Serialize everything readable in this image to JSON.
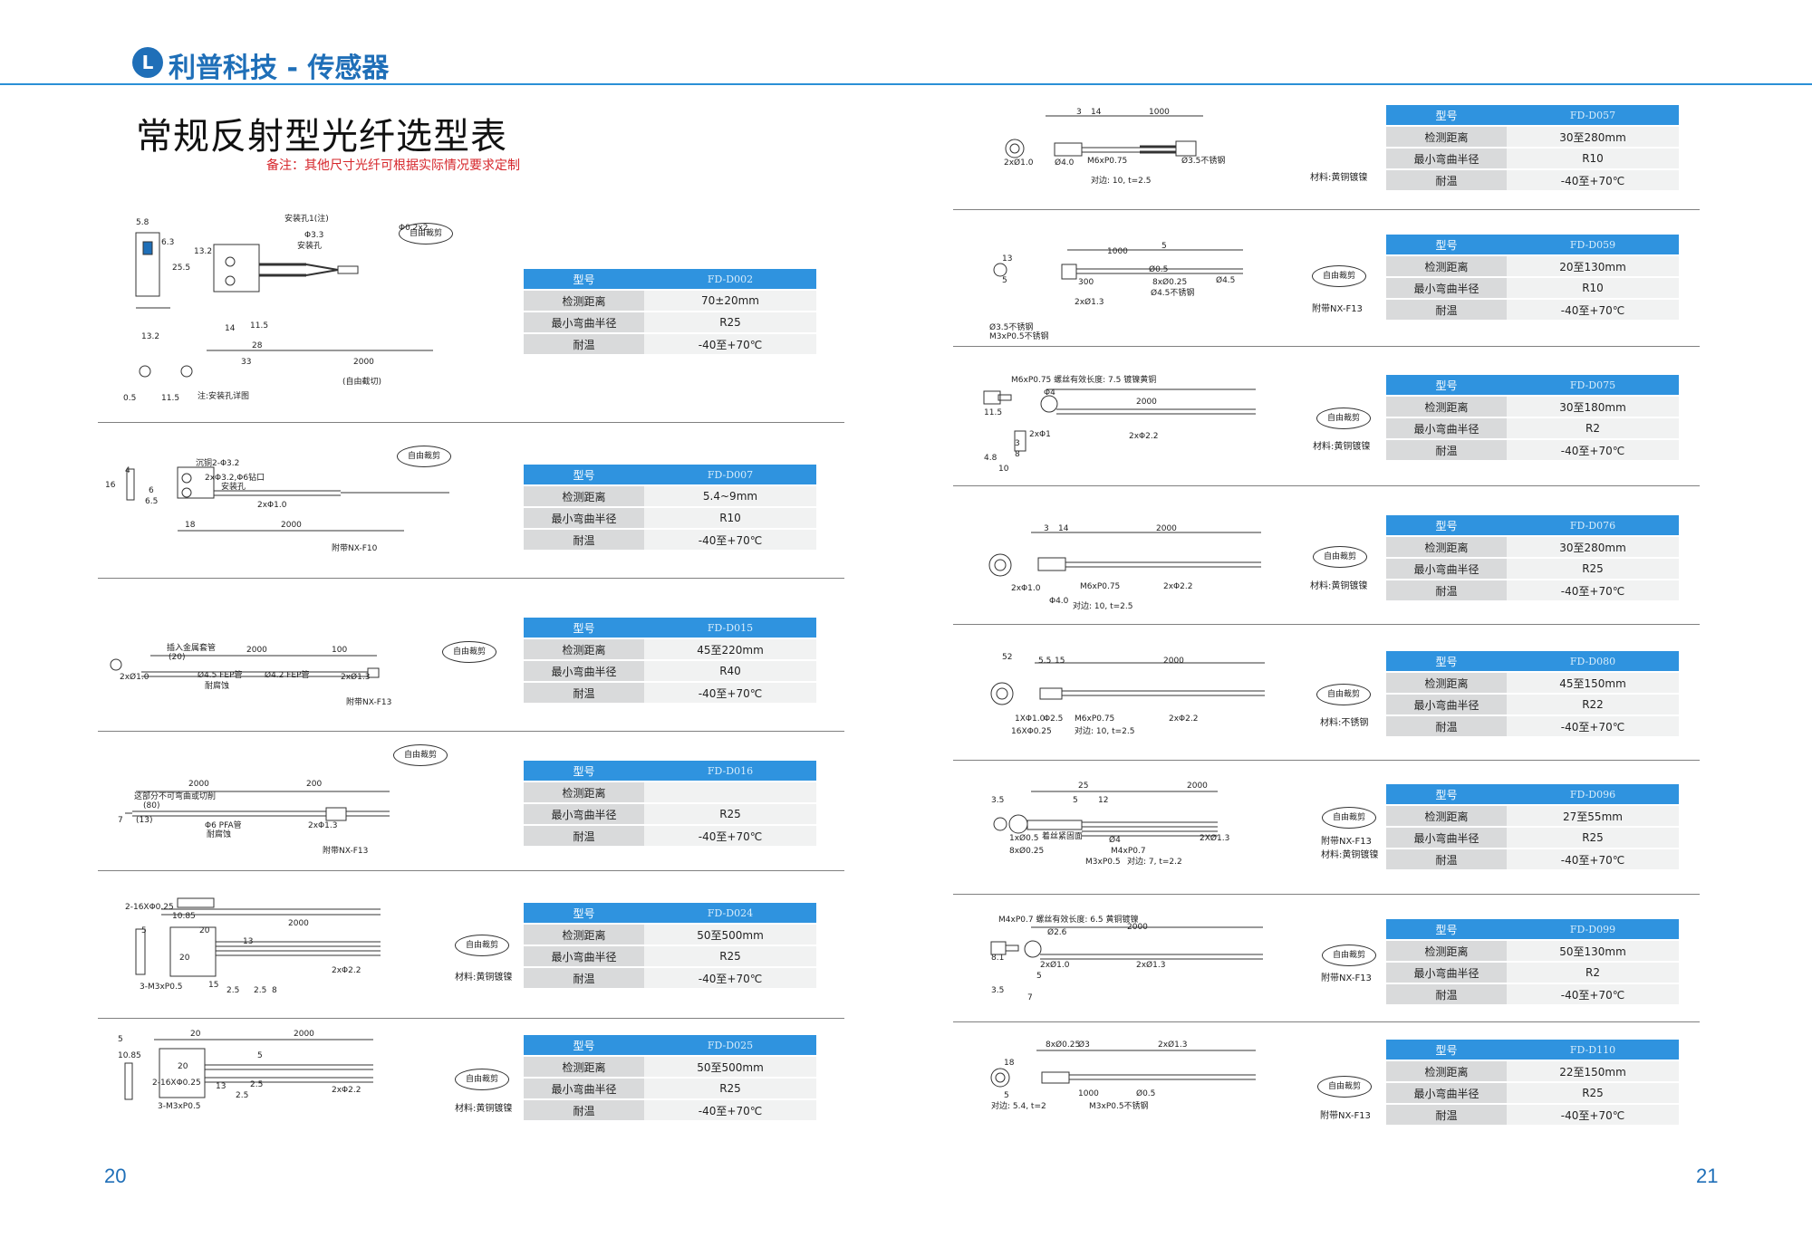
{
  "header": {
    "logo_glyph": "L",
    "brand": "利普科技 - 传感器"
  },
  "title": "常规反射型光纤选型表",
  "note": "备注：其他尺寸光纤可根据实际情况要求定制",
  "labels": {
    "model": "型号",
    "distance": "检测距离",
    "radius": "最小弯曲半径",
    "temp": "耐温"
  },
  "cut_badge": "自由裁剪",
  "products": [
    {
      "model": "FD-D002",
      "distance": "70±20mm",
      "radius": "R25",
      "temp": "-40至+70℃",
      "captions": []
    },
    {
      "model": "FD-D007",
      "distance": "5.4~9mm",
      "radius": "R10",
      "temp": "-40至+70℃",
      "captions": []
    },
    {
      "model": "FD-D015",
      "distance": "45至220mm",
      "radius": "R40",
      "temp": "-40至+70℃",
      "captions": []
    },
    {
      "model": "FD-D016",
      "distance": "",
      "radius": "R25",
      "temp": "-40至+70℃",
      "captions": []
    },
    {
      "model": "FD-D024",
      "distance": "50至500mm",
      "radius": "R25",
      "temp": "-40至+70℃",
      "captions": [
        "材料:黄铜镀镍"
      ]
    },
    {
      "model": "FD-D025",
      "distance": "50至500mm",
      "radius": "R25",
      "temp": "-40至+70℃",
      "captions": [
        "材料:黄铜镀镍"
      ]
    },
    {
      "model": "FD-D057",
      "distance": "30至280mm",
      "radius": "R10",
      "temp": "-40至+70℃",
      "captions": [
        "材料:黄铜镀镍"
      ]
    },
    {
      "model": "FD-D059",
      "distance": "20至130mm",
      "radius": "R10",
      "temp": "-40至+70℃",
      "captions": [
        "附带NX-F13"
      ]
    },
    {
      "model": "FD-D075",
      "distance": "30至180mm",
      "radius": "R2",
      "temp": "-40至+70℃",
      "captions": [
        "材料:黄铜镀镍"
      ]
    },
    {
      "model": "FD-D076",
      "distance": "30至280mm",
      "radius": "R25",
      "temp": "-40至+70℃",
      "captions": [
        "材料:黄铜镀镍"
      ]
    },
    {
      "model": "FD-D080",
      "distance": "45至150mm",
      "radius": "R22",
      "temp": "-40至+70℃",
      "captions": [
        "材料:不锈钢"
      ]
    },
    {
      "model": "FD-D096",
      "distance": "27至55mm",
      "radius": "R25",
      "temp": "-40至+70℃",
      "captions": [
        "附带NX-F13",
        "材料:黄铜镀镍"
      ]
    },
    {
      "model": "FD-D099",
      "distance": "50至130mm",
      "radius": "R2",
      "temp": "-40至+70℃",
      "captions": [
        "附带NX-F13"
      ]
    },
    {
      "model": "FD-D110",
      "distance": "22至150mm",
      "radius": "R25",
      "temp": "-40至+70℃",
      "captions": [
        "附带NX-F13"
      ]
    }
  ],
  "diagrams": [
    {
      "labels": [
        "5.8",
        "6.3",
        "13.2",
        "25.5",
        "安装孔1(注)",
        "Φ3.3",
        "安装孔",
        "Φ0.2x2",
        "14",
        "11.5",
        "28",
        "33",
        "2000",
        "(自由截切)",
        "0.5",
        "11.5",
        "注:安装孔详图",
        "13.2"
      ]
    },
    {
      "labels": [
        "4",
        "16",
        "6",
        "6.5",
        "沉铜2-Φ3.2",
        "2xΦ3.2,Φ6钻口",
        "安装孔",
        "2xΦ1.0",
        "18",
        "2000",
        "附带NX-F10"
      ]
    },
    {
      "labels": [
        "2000",
        "100",
        "插入金属套管",
        "(20)",
        "2xØ1.0",
        "Ø4.5 FEP管",
        "Ø4.2 FEP管",
        "耐腐蚀",
        "2xØ1.3",
        "附带NX-F13"
      ]
    },
    {
      "labels": [
        "2000",
        "200",
        "这部分不可弯曲或切削",
        "(80)",
        "7",
        "(13)",
        "Φ6 PFA管",
        "耐腐蚀",
        "2xΦ1.3",
        "附带NX-F13"
      ]
    },
    {
      "labels": [
        "2-16XΦ0.25",
        "10.85",
        "5",
        "20",
        "2000",
        "20",
        "13",
        "3-M3xP0.5",
        "15",
        "2.5",
        "2.5",
        "8",
        "2xΦ2.2"
      ]
    },
    {
      "labels": [
        "5",
        "20",
        "2000",
        "10.85",
        "20",
        "5",
        "2-16XΦ0.25",
        "13",
        "2.5",
        "2.5",
        "3-M3xP0.5",
        "2xΦ2.2"
      ]
    },
    {
      "labels": [
        "3",
        "14",
        "1000",
        "2xØ1.0",
        "Ø4.0",
        "M6xP0.75",
        "Ø3.5不锈钢",
        "对边: 10, t=2.5"
      ]
    },
    {
      "labels": [
        "13",
        "5",
        "300",
        "1000",
        "5",
        "Ø0.5",
        "8xØ0.25",
        "Ø4.5",
        "Ø4.5不锈钢",
        "2xØ1.3",
        "Ø3.5不锈钢",
        "M3xP0.5不锈钢"
      ]
    },
    {
      "labels": [
        "M6xP0.75 螺丝有效长度: 7.5 镀镍黄铜",
        "Φ4",
        "2000",
        "11.5",
        "2xΦ1",
        "2xΦ2.2",
        "4.8",
        "10",
        "3",
        "8"
      ]
    },
    {
      "labels": [
        "3",
        "14",
        "2000",
        "2xΦ1.0",
        "Φ4.0",
        "M6xP0.75",
        "2xΦ2.2",
        "对边: 10, t=2.5"
      ]
    },
    {
      "labels": [
        "52",
        "5.5",
        "15",
        "2000",
        "1XΦ1.0",
        "Φ2.5",
        "M6xP0.75",
        "2xΦ2.2",
        "16XΦ0.25",
        "对边: 10, t=2.5"
      ]
    },
    {
      "labels": [
        "3.5",
        "25",
        "5",
        "12",
        "2000",
        "1xØ0.5",
        "8xØ0.25",
        "着丝紧固面",
        "Ø4",
        "M4xP0.7",
        "2XØ1.3",
        "M3xP0.5",
        "对边: 7, t=2.2"
      ]
    },
    {
      "labels": [
        "M4xP0.7 螺丝有效长度: 6.5 黄铜镀镍",
        "Ø2.6",
        "2000",
        "8.1",
        "2xØ1.0",
        "2xØ1.3",
        "3.5",
        "5",
        "7"
      ]
    },
    {
      "labels": [
        "18",
        "5",
        "1000",
        "Ø0.5",
        "8xØ0.25",
        "Ø3",
        "2xØ1.3",
        "对边: 5.4, t=2",
        "M3xP0.5不锈钢"
      ]
    }
  ],
  "footer": {
    "left_page": "20",
    "right_page": "21"
  }
}
